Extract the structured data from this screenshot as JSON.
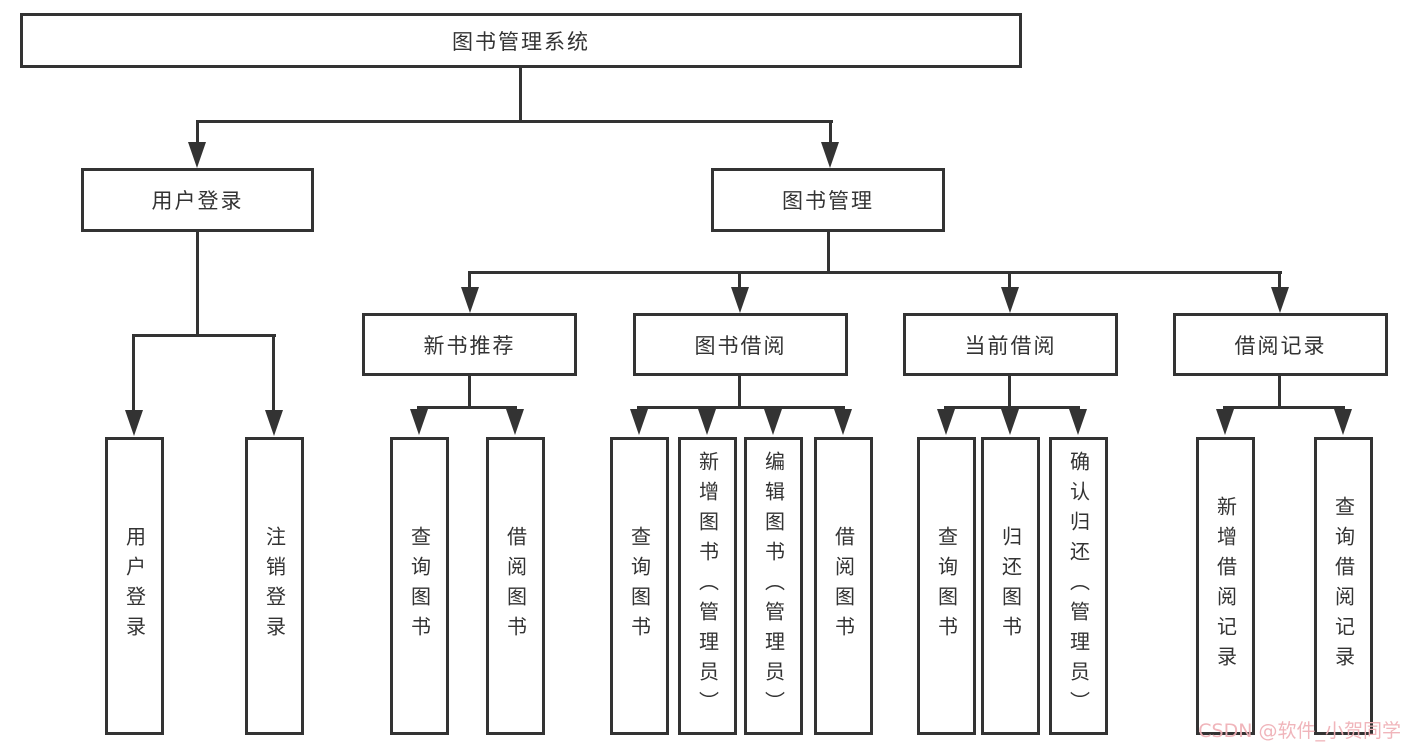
{
  "diagram": {
    "root": {
      "label": "图书管理系统"
    },
    "level2": {
      "user_login": {
        "label": "用户登录"
      },
      "book_management": {
        "label": "图书管理"
      }
    },
    "level3": {
      "new_books": {
        "label": "新书推荐"
      },
      "book_borrowing": {
        "label": "图书借阅"
      },
      "current_borrowing": {
        "label": "当前借阅"
      },
      "borrowing_records": {
        "label": "借阅记录"
      }
    },
    "leaves": {
      "user_login": [
        "用户登录",
        "注销登录"
      ],
      "new_books": [
        "查询图书",
        "借阅图书"
      ],
      "book_borrowing": [
        "查询图书",
        "新增图书（管理员）",
        "编辑图书（管理员）",
        "借阅图书"
      ],
      "current_borrowing": [
        "查询图书",
        "归还图书",
        "确认归还（管理员）"
      ],
      "borrowing_records": [
        "新增借阅记录",
        "查询借阅记录"
      ]
    }
  },
  "watermark": {
    "text": "CSDN @软件_小贺同学",
    "color": "#f0b2b8"
  },
  "colors": {
    "line": "#333333",
    "box_background": "#ffffff",
    "text": "#333333"
  }
}
